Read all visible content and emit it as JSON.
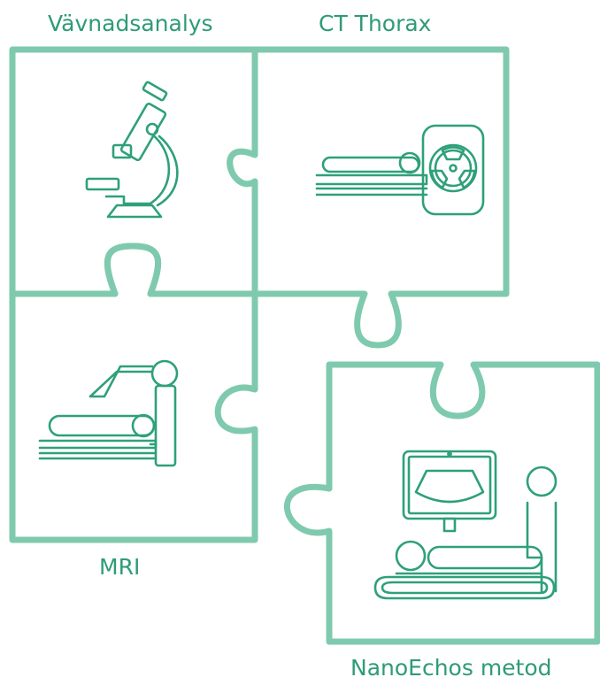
{
  "labels": {
    "tissue": "Vävnadsanalys",
    "ct": "CT Thorax",
    "mri": "MRI",
    "nanoechos": "NanoEchos metod"
  },
  "colors": {
    "piece_stroke": "#7fcaae",
    "icon_stroke": "#2ea07a",
    "label_text": "#2e9b77"
  },
  "icons": {
    "tissue": "microscope-icon",
    "ct": "ct-scanner-icon",
    "mri": "mri-scanner-icon",
    "nanoechos": "ultrasound-exam-icon"
  }
}
